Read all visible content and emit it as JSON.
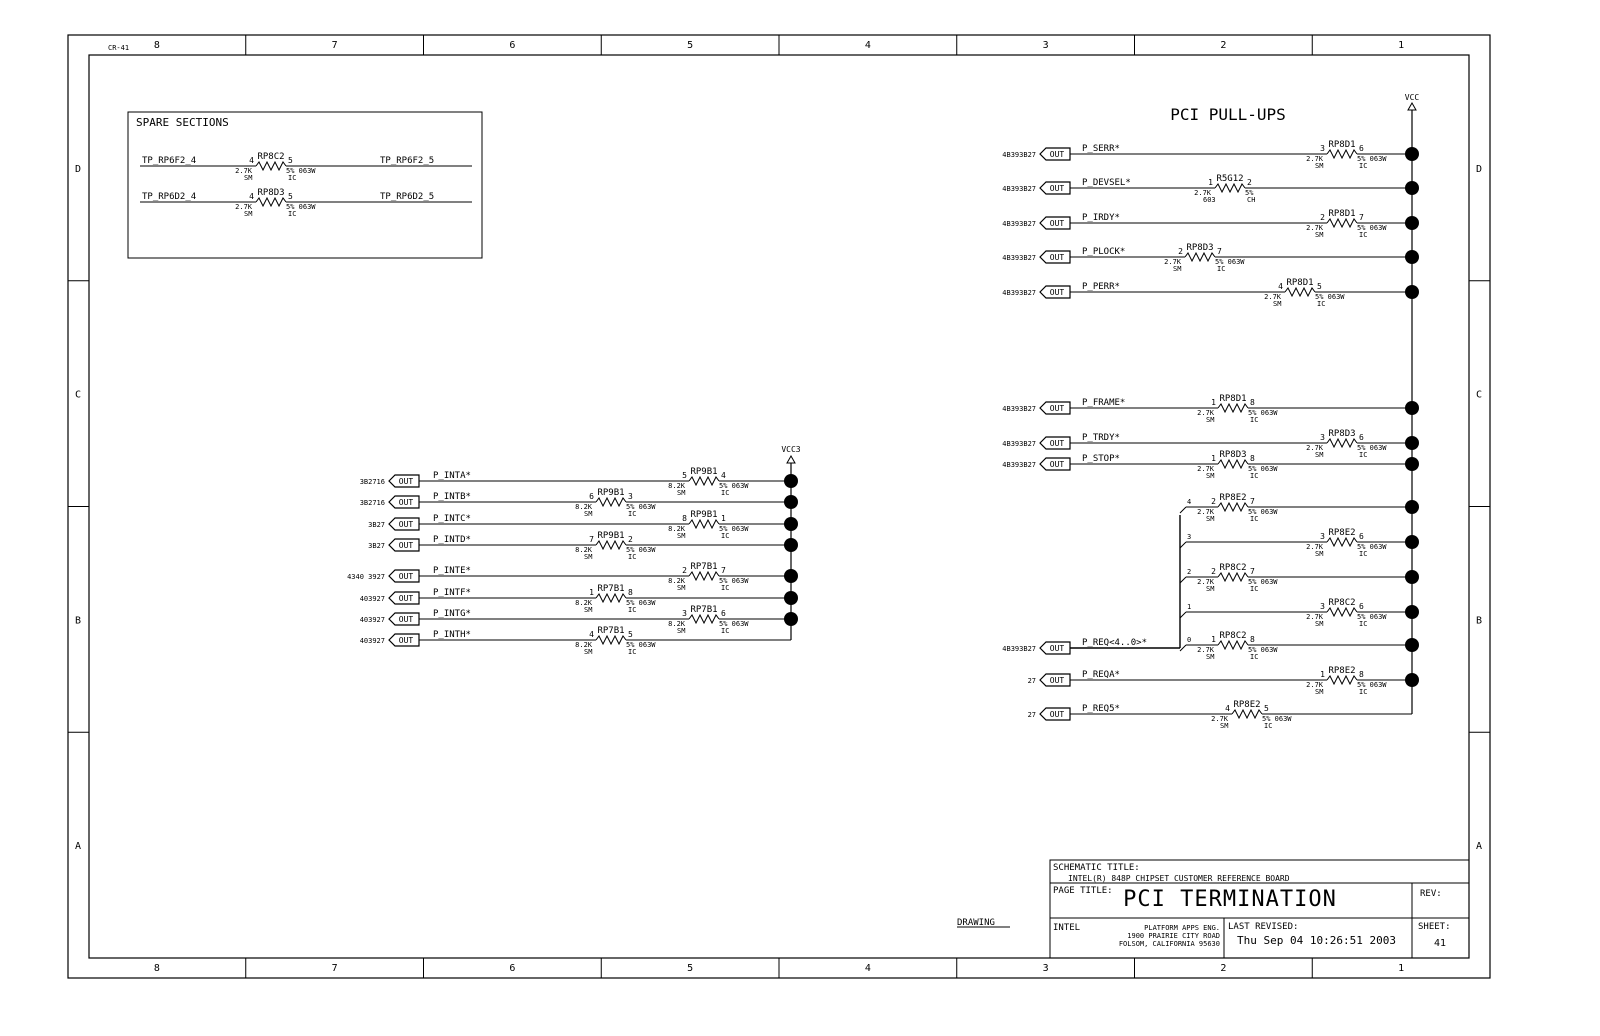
{
  "frame": {
    "corner_label": "CR-41",
    "columns": [
      "8",
      "7",
      "6",
      "5",
      "4",
      "3",
      "2",
      "1"
    ],
    "rows": [
      "D",
      "C",
      "B",
      "A"
    ]
  },
  "spare": {
    "title": "SPARE SECTIONS",
    "rows": [
      {
        "left": "TP_RP6F2_4",
        "right": "TP_RP6F2_5",
        "ref": "RP8C2",
        "pl": "4",
        "pr": "5",
        "val": "2.7K",
        "pkg": "SM",
        "tol": "5% 063W",
        "ic": "IC"
      },
      {
        "left": "TP_RP6D2_4",
        "right": "TP_RP6D2_5",
        "ref": "RP8D3",
        "pl": "4",
        "pr": "5",
        "val": "2.7K",
        "pkg": "SM",
        "tol": "5% 063W",
        "ic": "IC"
      }
    ]
  },
  "pci": {
    "title": "PCI PULL-UPS",
    "vcc": "VCC",
    "out": "OUT",
    "nets": [
      {
        "page": "4B393B27",
        "net": "P_SERR*",
        "ref": "RP8D1",
        "pl": "3",
        "pr": "6",
        "val": "2.7K",
        "pkg": "SM",
        "tol": "5% 063W",
        "ic": "IC"
      },
      {
        "page": "4B393B27",
        "net": "P_DEVSEL*",
        "ref": "R5G12",
        "pl": "1",
        "pr": "2",
        "val": "2.7K",
        "pkg": "603",
        "tol": "5%",
        "ic": "CH"
      },
      {
        "page": "4B393B27",
        "net": "P_IRDY*",
        "ref": "RP8D1",
        "pl": "2",
        "pr": "7",
        "val": "2.7K",
        "pkg": "SM",
        "tol": "5% 063W",
        "ic": "IC"
      },
      {
        "page": "4B393B27",
        "net": "P_PLOCK*",
        "ref": "RP8D3",
        "pl": "2",
        "pr": "7",
        "val": "2.7K",
        "pkg": "SM",
        "tol": "5% 063W",
        "ic": "IC"
      },
      {
        "page": "4B393B27",
        "net": "P_PERR*",
        "ref": "RP8D1",
        "pl": "4",
        "pr": "5",
        "val": "2.7K",
        "pkg": "SM",
        "tol": "5% 063W",
        "ic": "IC"
      },
      {
        "page": "4B393B27",
        "net": "P_FRAME*",
        "ref": "RP8D1",
        "pl": "1",
        "pr": "8",
        "val": "2.7K",
        "pkg": "SM",
        "tol": "5% 063W",
        "ic": "IC"
      },
      {
        "page": "4B393B27",
        "net": "P_TRDY*",
        "ref": "RP8D3",
        "pl": "3",
        "pr": "6",
        "val": "2.7K",
        "pkg": "SM",
        "tol": "5% 063W",
        "ic": "IC"
      },
      {
        "page": "4B393B27",
        "net": "P_STOP*",
        "ref": "RP8D3",
        "pl": "1",
        "pr": "8",
        "val": "2.7K",
        "pkg": "SM",
        "tol": "5% 063W",
        "ic": "IC"
      }
    ],
    "req": {
      "page": "4B393B27",
      "bus": "P_REQ<4..0>*",
      "bus_bits": [
        "4",
        "3",
        "2",
        "1",
        "0"
      ],
      "branches": [
        {
          "ref": "RP8E2",
          "pl": "2",
          "pr": "7",
          "val": "2.7K",
          "pkg": "SM",
          "tol": "5% 063W",
          "ic": "IC"
        },
        {
          "ref": "RP8E2",
          "pl": "3",
          "pr": "6",
          "val": "2.7K",
          "pkg": "SM",
          "tol": "5% 063W",
          "ic": "IC"
        },
        {
          "ref": "RP8C2",
          "pl": "2",
          "pr": "7",
          "val": "2.7K",
          "pkg": "SM",
          "tol": "5% 063W",
          "ic": "IC"
        },
        {
          "ref": "RP8C2",
          "pl": "3",
          "pr": "6",
          "val": "2.7K",
          "pkg": "SM",
          "tol": "5% 063W",
          "ic": "IC"
        },
        {
          "ref": "RP8C2",
          "pl": "1",
          "pr": "8",
          "val": "2.7K",
          "pkg": "SM",
          "tol": "5% 063W",
          "ic": "IC"
        }
      ]
    },
    "extra": [
      {
        "page": "27",
        "net": "P_REQA*",
        "ref": "RP8E2",
        "pl": "1",
        "pr": "8",
        "val": "2.7K",
        "pkg": "SM",
        "tol": "5% 063W",
        "ic": "IC"
      },
      {
        "page": "27",
        "net": "P_REQ5*",
        "ref": "RP8E2",
        "pl": "4",
        "pr": "5",
        "val": "2.7K",
        "pkg": "SM",
        "tol": "5% 063W",
        "ic": "IC"
      }
    ]
  },
  "ints": {
    "vcc": "VCC3",
    "out": "OUT",
    "nets": [
      {
        "page": "3B2716",
        "net": "P_INTA*",
        "ref": "RP9B1",
        "pl": "5",
        "pr": "4",
        "val": "8.2K",
        "pkg": "SM",
        "tol": "5% 063W",
        "ic": "IC"
      },
      {
        "page": "3B2716",
        "net": "P_INTB*",
        "ref": "RP9B1",
        "pl": "6",
        "pr": "3",
        "val": "8.2K",
        "pkg": "SM",
        "tol": "5% 063W",
        "ic": "IC"
      },
      {
        "page": "3B27",
        "net": "P_INTC*",
        "ref": "RP9B1",
        "pl": "8",
        "pr": "1",
        "val": "8.2K",
        "pkg": "SM",
        "tol": "5% 063W",
        "ic": "IC"
      },
      {
        "page": "3B27",
        "net": "P_INTD*",
        "ref": "RP9B1",
        "pl": "7",
        "pr": "2",
        "val": "8.2K",
        "pkg": "SM",
        "tol": "5% 063W",
        "ic": "IC"
      },
      {
        "page": "4340 3927",
        "net": "P_INTE*",
        "ref": "RP7B1",
        "pl": "2",
        "pr": "7",
        "val": "8.2K",
        "pkg": "SM",
        "tol": "5% 063W",
        "ic": "IC"
      },
      {
        "page": "403927",
        "net": "P_INTF*",
        "ref": "RP7B1",
        "pl": "1",
        "pr": "8",
        "val": "8.2K",
        "pkg": "SM",
        "tol": "5% 063W",
        "ic": "IC"
      },
      {
        "page": "403927",
        "net": "P_INTG*",
        "ref": "RP7B1",
        "pl": "3",
        "pr": "6",
        "val": "8.2K",
        "pkg": "SM",
        "tol": "5% 063W",
        "ic": "IC"
      },
      {
        "page": "403927",
        "net": "P_INTH*",
        "ref": "RP7B1",
        "pl": "4",
        "pr": "5",
        "val": "8.2K",
        "pkg": "SM",
        "tol": "5% 063W",
        "ic": "IC"
      }
    ]
  },
  "title_block": {
    "schematic_title_label": "SCHEMATIC TITLE:",
    "schematic_title": "INTEL(R) 848P CHIPSET CUSTOMER REFERENCE BOARD",
    "page_title_label": "PAGE TITLE:",
    "page_title": "PCI TERMINATION",
    "rev_label": "REV:",
    "company": "INTEL",
    "address": [
      "PLATFORM APPS ENG.",
      "1900 PRAIRIE CITY ROAD",
      "FOLSOM, CALIFORNIA 95630"
    ],
    "last_revised_label": "LAST REVISED:",
    "last_revised": "Thu Sep 04 10:26:51 2003",
    "sheet_label": "SHEET:",
    "sheet": "41",
    "drawing_label": "DRAWING"
  }
}
